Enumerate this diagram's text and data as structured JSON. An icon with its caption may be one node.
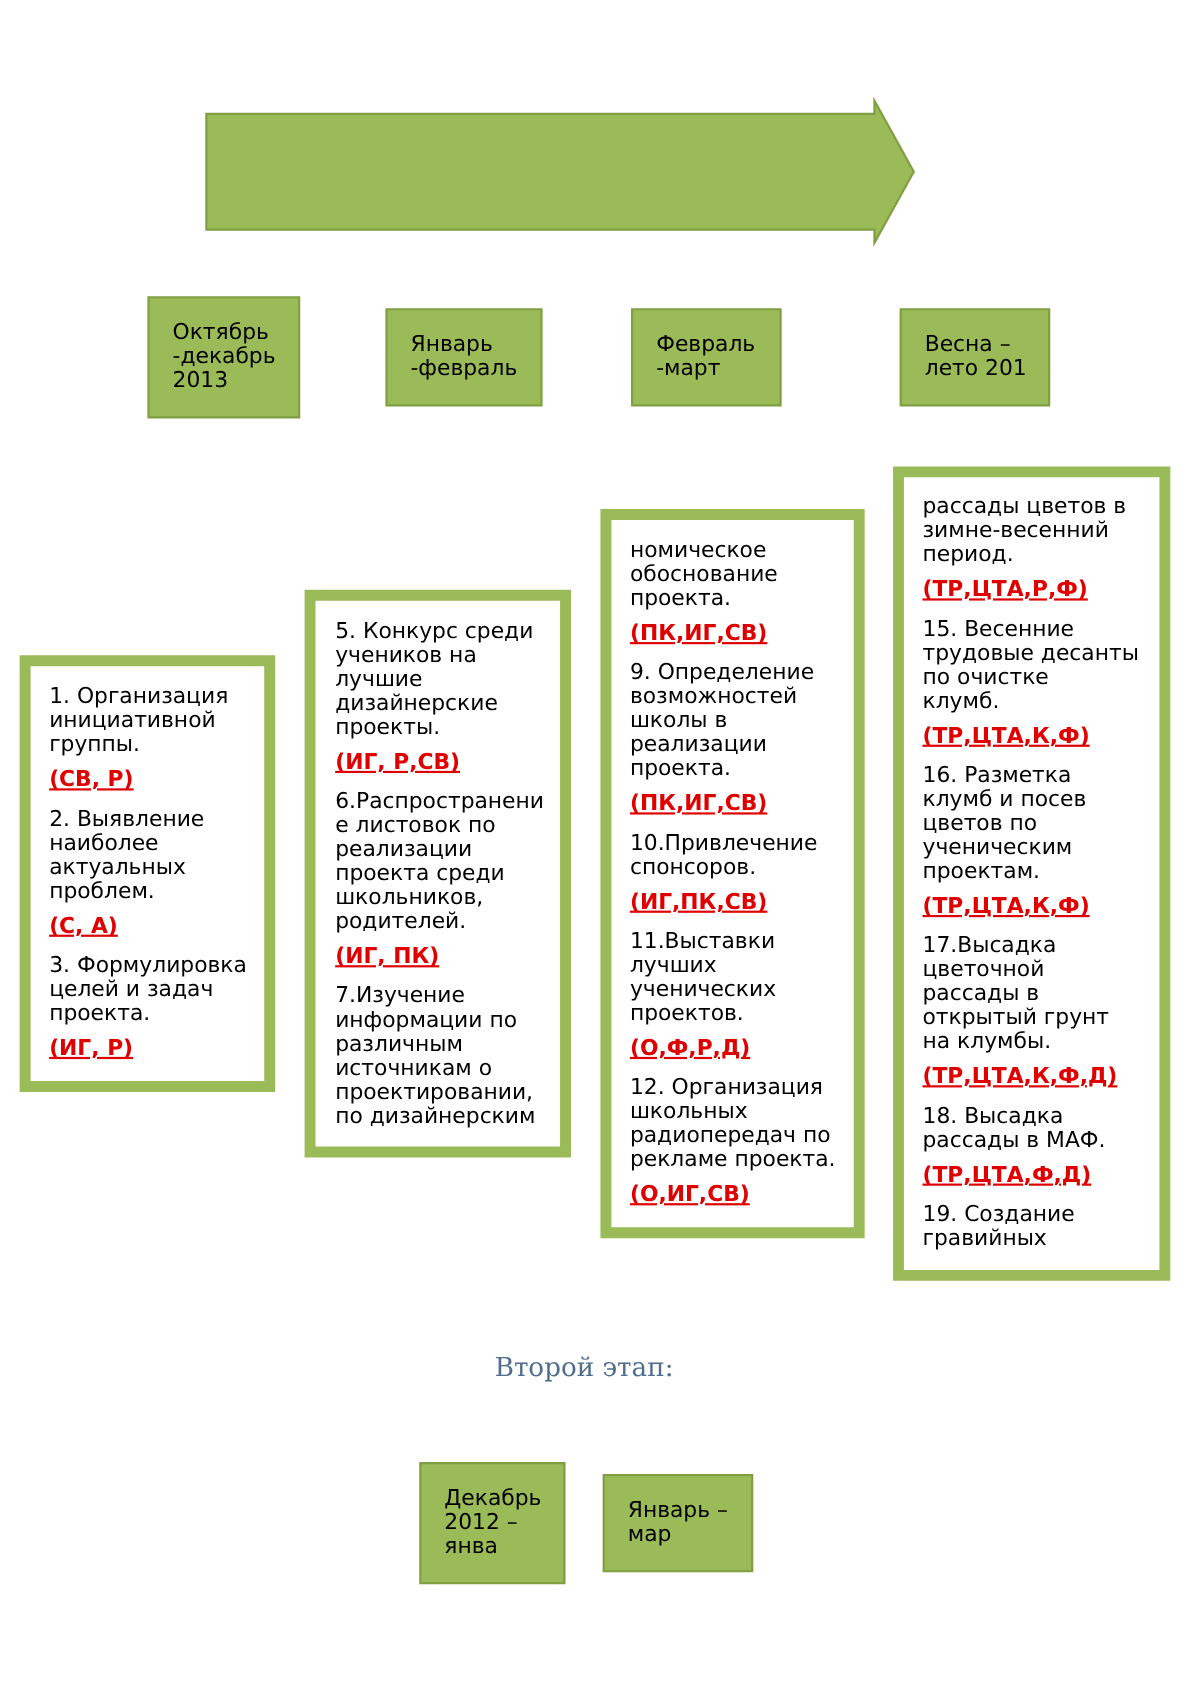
{
  "diagram": {
    "nodes": [
      {
        "text": [
          "Октябрь -декабрь 2013"
        ]
      },
      {
        "text": [
          "Январь -февраль"
        ]
      },
      {
        "text": [
          "Февраль -март"
        ]
      },
      {
        "text": [
          "Весна – лето 201"
        ]
      },
      {
        "text": [
          "1. Организация инициативной группы.",
          "(СВ, Р)",
          "2. Выявление наиболее актуальных проблем.",
          "(С, А)",
          "3. Формулировка целей и задач проекта.",
          "(ИГ, Р)"
        ]
      },
      {
        "text": [
          "5. Конкурс среди учеников на лучшие дизайнерские проекты.",
          "(ИГ, Р,СВ)",
          "6.Распространение листовок по реализации проекта среди школьников, родителей.",
          "(ИГ, ПК)",
          "7.Изучение информации по различным источникам о проектировании, по дизайнерским"
        ]
      },
      {
        "text": [
          "номическое обоснование проекта.",
          "(ПК,ИГ,СВ)",
          "9. Определение возможностей школы в реализации проекта.",
          "(ПК,ИГ,СВ)",
          "10.Привлечение спонсоров.",
          "(ИГ,ПК,СВ)",
          "11.Выставки лучших ученических проектов.",
          "(О,Ф,Р,Д)",
          "12. Организация школьных радиопередач по рекламе проекта.",
          "(О,ИГ,СВ)"
        ]
      },
      {
        "text": [
          "рассады цветов в зимне-весенний период.",
          "(ТР,ЦТА,Р,Ф)",
          "15. Весенние трудовые десанты по очистке клумб.",
          "(ТР,ЦТА,К,Ф)",
          "16. Разметка клумб и посев цветов по ученическим проектам.",
          "(ТР,ЦТА,К,Ф)",
          "17.Высадка цветочной рассады в открытый грунт на клумбы.",
          "(ТР,ЦТА,К,Ф,Д)",
          "18. Высадка рассады в МАФ.",
          "(ТР,ЦТА,Ф,Д)",
          "19. Создание гравийных"
        ]
      },
      {
        "text": [],
        "shape": "arrow"
      },
      {
        "text": [
          "Декабрь 2012 – янва"
        ]
      },
      {
        "text": [
          "Январь – мар"
        ]
      }
    ],
    "labels": [
      "Второй этап:"
    ]
  }
}
